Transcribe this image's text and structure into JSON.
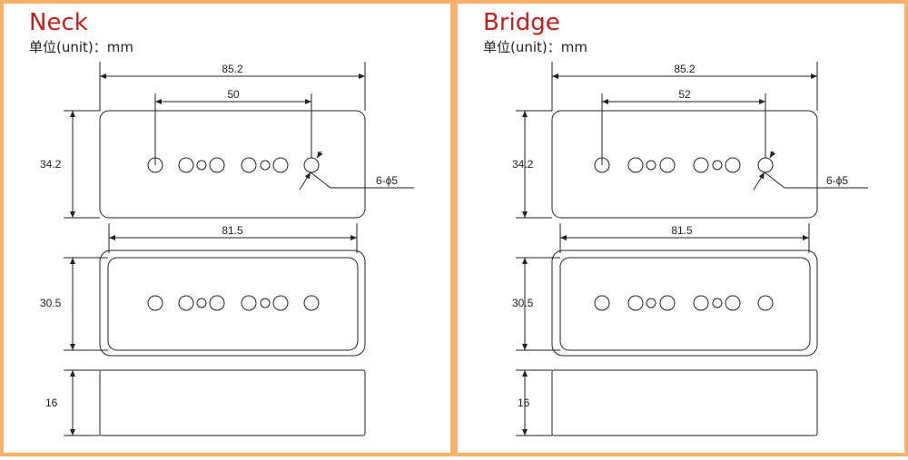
{
  "panels": [
    {
      "title": "Neck",
      "unit_label": "单位(unit)：mm",
      "dims": {
        "overall_length": "85.2",
        "pole_span": "50",
        "cover_width": "34.2",
        "pole_callout": "6-ϕ5",
        "inner_length": "81.5",
        "inner_width": "30.5",
        "height": "16"
      }
    },
    {
      "title": "Bridge",
      "unit_label": "单位(unit)：mm",
      "dims": {
        "overall_length": "85.2",
        "pole_span": "52",
        "cover_width": "34.2",
        "pole_callout": "6-ϕ5",
        "inner_length": "81.5",
        "inner_width": "30.5",
        "height": "16"
      }
    }
  ],
  "colors": {
    "frame_border": "#f6b26b",
    "title": "#c0201e",
    "line": "#222222"
  }
}
